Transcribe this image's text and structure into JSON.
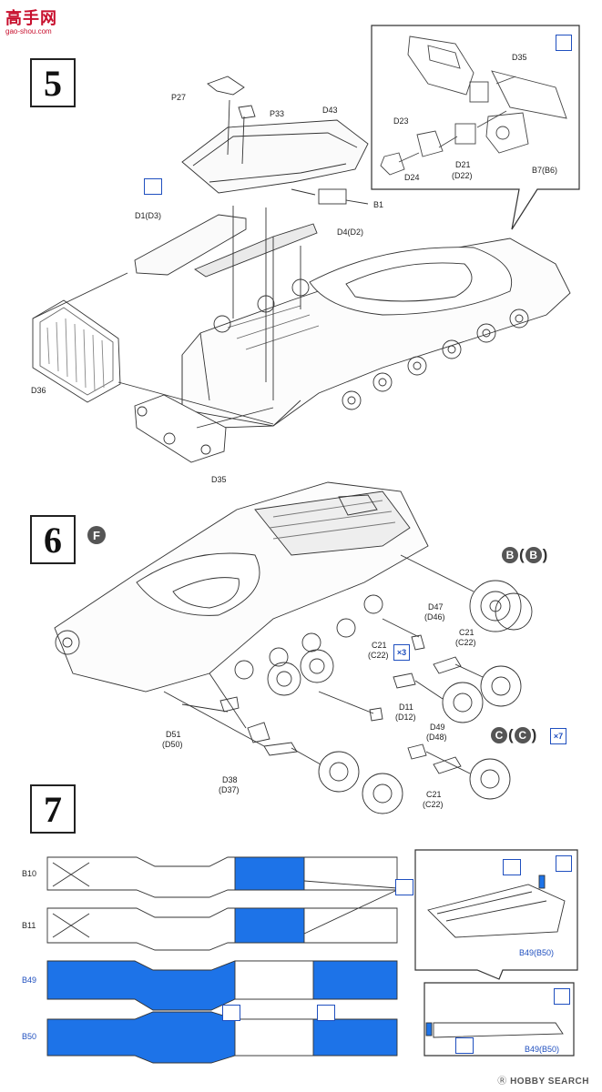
{
  "watermark": {
    "main": "高手网",
    "sub": "gao-shou.com"
  },
  "steps": {
    "s5": "5",
    "s6": "6",
    "s7": "7"
  },
  "step5": {
    "parts": [
      "P27",
      "P33",
      "D43",
      "B1",
      "D1(D3)",
      "D4(D2)",
      "D36",
      "D35"
    ],
    "inset": [
      "D35",
      "D23",
      "D24",
      "D21",
      "(D22)",
      "B7(B6)"
    ]
  },
  "step6": {
    "badge_f": "F",
    "badge_b": "B",
    "badge_b_paren": "B",
    "badge_c": "C",
    "badge_c_paren": "C",
    "mult_c": "×7",
    "mult_c21": "×3",
    "parts": [
      "D47",
      "(D46)",
      "C21",
      "(C22)",
      "C21",
      "(C22)",
      "D11",
      "(D12)",
      "D49",
      "(D48)",
      "D51",
      "(D50)",
      "D38",
      "(D37)",
      "C21",
      "(C22)"
    ]
  },
  "step7": {
    "rows": [
      "B10",
      "B11",
      "B49",
      "B50"
    ],
    "inset_top": "B49(B50)",
    "inset_bottom": "B49(B50)"
  },
  "footer": {
    "brand": "HOBBY SEARCH",
    "mark": "Ⓡ"
  },
  "colors": {
    "ink": "#222222",
    "blue_part": "#1d73e8",
    "blue_label": "#1f4fbf",
    "watermark": "#c8102e"
  }
}
